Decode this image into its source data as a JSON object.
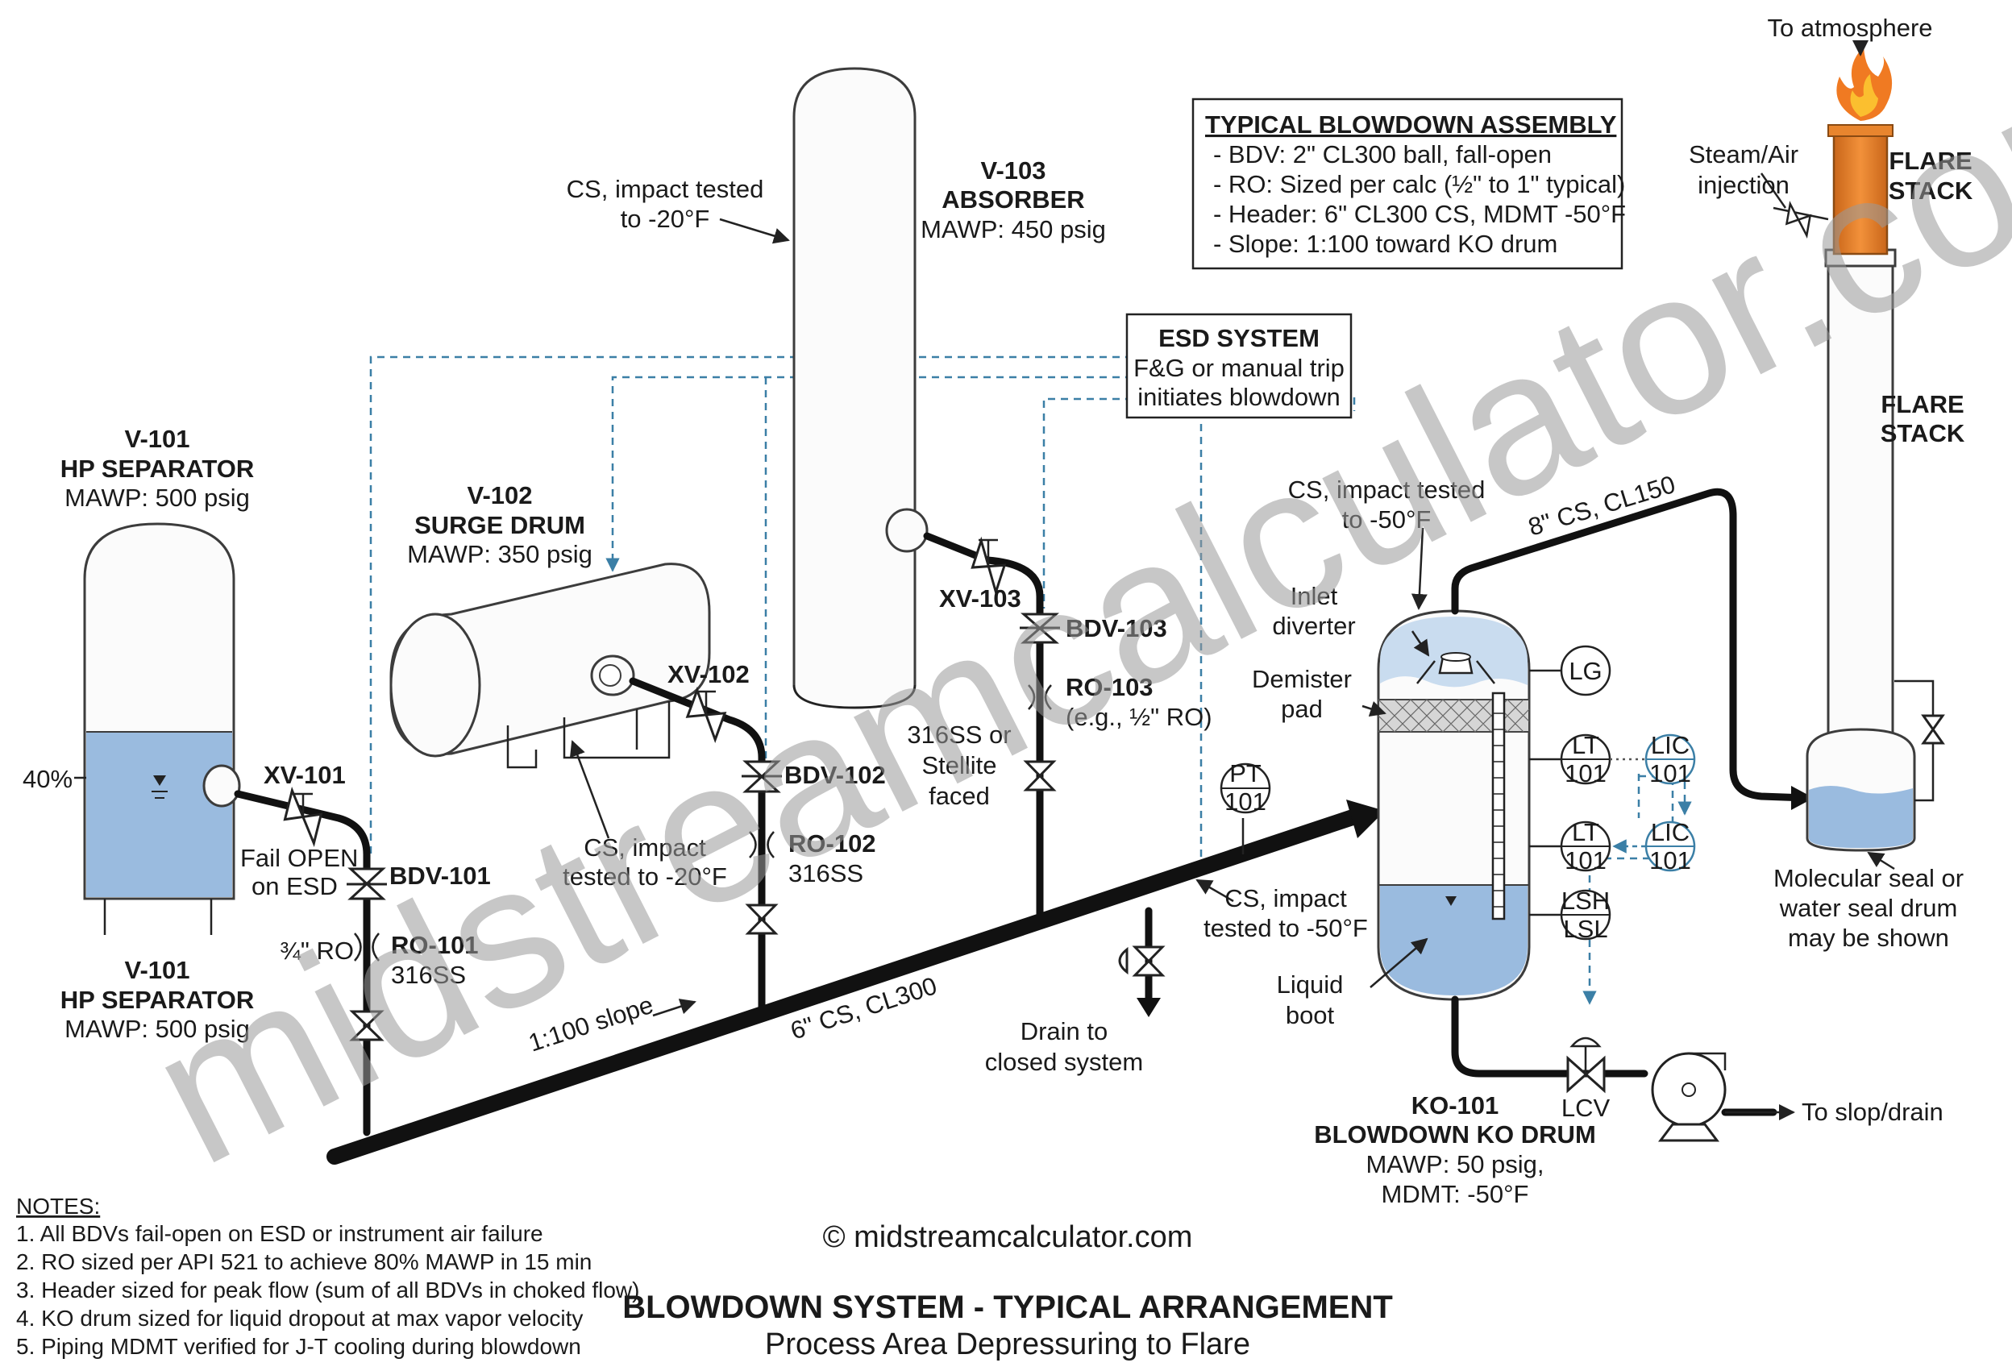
{
  "colors": {
    "liquid": "#8fb4dc",
    "esd_line": "#3b7fa6",
    "flare_stack": "#e8852e",
    "flame": "#f07a22",
    "pipe": "#111111",
    "watermark": "#9a9a9a"
  },
  "watermark": "midstreamcalculator.com",
  "atmosphere_label": "To atmosphere",
  "flare": {
    "title_top_1": "FLARE",
    "title_top_2": "STACK",
    "title_mid_1": "FLARE",
    "title_mid_2": "STACK",
    "steam_1": "Steam/Air",
    "steam_2": "injection",
    "seal_1": "Molecular seal or",
    "seal_2": "water seal drum",
    "seal_3": "may be shown"
  },
  "assembly": {
    "title": "TYPICAL BLOWDOWN ASSEMBLY",
    "lines": [
      "- BDV: 2\" CL300 ball, fall-open",
      "- RO: Sized per calc (½\" to 1\" typical)",
      "- Header: 6\" CL300 CS, MDMT -50°F",
      "- Slope: 1:100 toward KO drum"
    ]
  },
  "esd": {
    "title": "ESD SYSTEM",
    "line1": "F&G or manual trip",
    "line2": "initiates blowdown"
  },
  "v101": {
    "tag": "V-101",
    "name": "HP SEPARATOR",
    "mawp": "MAWP: 500 psig",
    "level": "40%",
    "level_fraction": 0.4,
    "tag_bottom": "V-101",
    "name_bottom": "HP SEPARATOR",
    "mawp_bottom": "MAWP: 500 psig"
  },
  "v102": {
    "tag": "V-102",
    "name": "SURGE DRUM",
    "mawp": "MAWP: 350 psig",
    "cs_1": "CS, impact",
    "cs_2": "tested to -20°F"
  },
  "v103": {
    "tag": "V-103",
    "name": "ABSORBER",
    "mawp": "MAWP: 450 psig",
    "cs_1": "CS, impact tested",
    "cs_2": "to -20°F"
  },
  "valves": {
    "xv101": "XV-101",
    "bdv101": "BDV-101",
    "ro101": "RO-101",
    "ro101_mat": "316SS",
    "ro101_size": "¾\" RO",
    "fail_open_1": "Fail OPEN",
    "fail_open_2": "on ESD",
    "xv102": "XV-102",
    "bdv102": "BDV-102",
    "ro102": "RO-102",
    "ro102_mat": "316SS",
    "xv103": "XV-103",
    "bdv103": "BDV-103",
    "ro103": "RO-103",
    "ro103_note": "(e.g., ½\" RO)",
    "stellite_1": "316SS or",
    "stellite_2": "Stellite",
    "stellite_3": "faced"
  },
  "header": {
    "slope": "1:100 slope",
    "size": "6\" CS, CL300",
    "cs_1": "CS, impact",
    "cs_2": "tested to -50°F",
    "drain_1": "Drain to",
    "drain_2": "closed system",
    "outlet": "8\" CS, CL150"
  },
  "instruments": {
    "pt": "PT",
    "pt_num": "101",
    "lg": "LG",
    "lt1": "LT",
    "lt1_num": "101",
    "lic1": "LIC",
    "lic1_num": "101",
    "lt2": "LT",
    "lt2_num": "101",
    "lic2": "LIC",
    "lic2_num": "101",
    "lsh": "LSH",
    "lsl": "LSL"
  },
  "ko": {
    "cs_1": "CS, impact tested",
    "cs_2": "to -50°F",
    "inlet_1": "Inlet",
    "inlet_2": "diverter",
    "demister_1": "Demister",
    "demister_2": "pad",
    "boot_1": "Liquid",
    "boot_2": "boot",
    "tag": "KO-101",
    "name": "BLOWDOWN KO DRUM",
    "mawp": "MAWP: 50 psig,",
    "mdmt": "MDMT: -50°F",
    "lcv": "LCV",
    "slop": "To slop/drain"
  },
  "notes": {
    "title": "NOTES:",
    "items": [
      "1.  All BDVs fail-open on ESD or instrument air failure",
      "2.  RO sized per API 521 to achieve 80% MAWP in 15 min",
      "3.  Header sized for peak flow (sum of all BDVs in choked flow)",
      "4.  KO drum sized for liquid dropout at max vapor velocity",
      "5.  Piping MDMT verified for J-T cooling during blowdown"
    ]
  },
  "copyright": "© midstreamcalculator.com",
  "footer": {
    "title": "BLOWDOWN SYSTEM - TYPICAL ARRANGEMENT",
    "subtitle": "Process Area Depressuring to Flare"
  }
}
